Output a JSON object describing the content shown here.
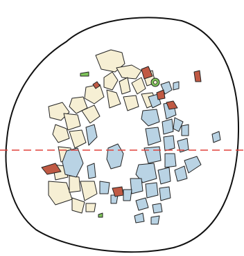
{
  "figure": {
    "components": [
      "specimen-outline",
      "cream-fragments",
      "blue-fragments",
      "red-fragments",
      "green-fragments",
      "section-line"
    ],
    "colors": {
      "outline": "#111111",
      "cream_fragment": "#f6efd4",
      "blue_fragment": "#b9d3e4",
      "red_fragment": "#c05a44",
      "green_fragment": "#7ec45a",
      "section_line": "#e0413a"
    },
    "section_line_style": "dashed"
  }
}
